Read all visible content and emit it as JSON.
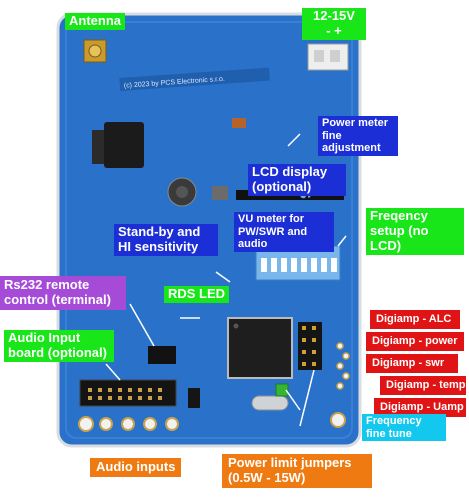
{
  "labels": {
    "antenna": "Antenna",
    "power_in": "12-15V",
    "power_polarity": "-  +",
    "power_meter_fine": "Power meter fine adjustment",
    "lcd_display": "LCD display (optional)",
    "vu_meter": "VU meter for PW/SWR and audio",
    "freq_setup": "Freqency setup (no LCD)",
    "standby": "Stand-by and HI sensitivity",
    "rs232": "Rs232 remote control (terminal)",
    "rds_led": "RDS LED",
    "audio_input_board": "Audio Input board (optional)",
    "digiamp_alc": "Digiamp - ALC",
    "digiamp_power": "Digiamp - power",
    "digiamp_swr": "Digiamp - swr",
    "digiamp_temp": "Digiamp - temp",
    "digiamp_uamp": "Digiamp - Uamp",
    "freq_fine_tune": "Frequency fine tune",
    "audio_inputs": "Audio inputs",
    "power_limit": "Power limit jumpers (0.5W - 15W)"
  },
  "silkscreen": {
    "copyright": "(c) 2023 by PCS Electronic s.r.o.",
    "brand": "PCS"
  },
  "colors": {
    "board": "#2a72c9",
    "label_green": "#19e619",
    "label_blue": "#1c2fd6",
    "label_orange": "#f07a12",
    "label_red": "#e01414",
    "label_purple": "#a64bd8",
    "label_cyan": "#13c8ee"
  }
}
